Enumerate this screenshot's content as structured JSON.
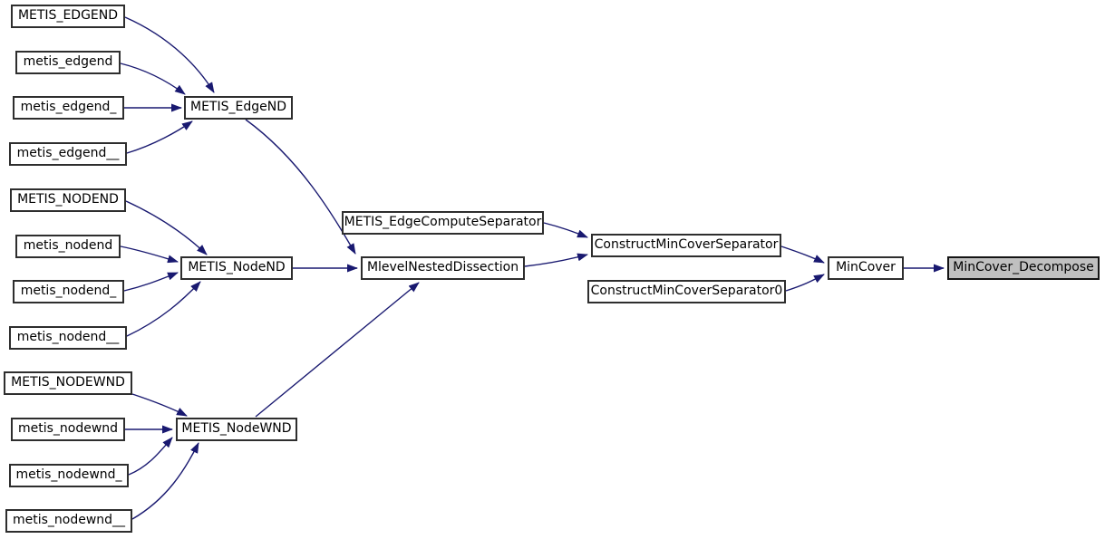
{
  "diagram": {
    "type": "call-graph",
    "colors": {
      "edge": "#191970",
      "node_border": "#2e2e2e",
      "node_fill": "#ffffff",
      "highlight_fill": "#c0c0c0",
      "text": "#000000"
    },
    "nodes": [
      {
        "label": "METIS_EDGEND"
      },
      {
        "label": "metis_edgend"
      },
      {
        "label": "metis_edgend_"
      },
      {
        "label": "metis_edgend__"
      },
      {
        "label": "METIS_EdgeND"
      },
      {
        "label": "METIS_NODEND"
      },
      {
        "label": "metis_nodend"
      },
      {
        "label": "metis_nodend_"
      },
      {
        "label": "metis_nodend__"
      },
      {
        "label": "METIS_NodeND"
      },
      {
        "label": "METIS_NODEWND"
      },
      {
        "label": "metis_nodewnd"
      },
      {
        "label": "metis_nodewnd_"
      },
      {
        "label": "metis_nodewnd__"
      },
      {
        "label": "METIS_NodeWND"
      },
      {
        "label": "METIS_EdgeComputeSeparator"
      },
      {
        "label": "MlevelNestedDissection"
      },
      {
        "label": "ConstructMinCoverSeparator"
      },
      {
        "label": "ConstructMinCoverSeparator0"
      },
      {
        "label": "MinCover"
      },
      {
        "label": "MinCover_Decompose",
        "highlighted": true
      }
    ],
    "edges": [
      {
        "from": "METIS_EDGEND",
        "to": "METIS_EdgeND"
      },
      {
        "from": "metis_edgend",
        "to": "METIS_EdgeND"
      },
      {
        "from": "metis_edgend_",
        "to": "METIS_EdgeND"
      },
      {
        "from": "metis_edgend__",
        "to": "METIS_EdgeND"
      },
      {
        "from": "METIS_NODEND",
        "to": "METIS_NodeND"
      },
      {
        "from": "metis_nodend",
        "to": "METIS_NodeND"
      },
      {
        "from": "metis_nodend_",
        "to": "METIS_NodeND"
      },
      {
        "from": "metis_nodend__",
        "to": "METIS_NodeND"
      },
      {
        "from": "METIS_NODEWND",
        "to": "METIS_NodeWND"
      },
      {
        "from": "metis_nodewnd",
        "to": "METIS_NodeWND"
      },
      {
        "from": "metis_nodewnd_",
        "to": "METIS_NodeWND"
      },
      {
        "from": "metis_nodewnd__",
        "to": "METIS_NodeWND"
      },
      {
        "from": "METIS_EdgeND",
        "to": "MlevelNestedDissection"
      },
      {
        "from": "METIS_NodeND",
        "to": "MlevelNestedDissection"
      },
      {
        "from": "METIS_NodeWND",
        "to": "MlevelNestedDissection"
      },
      {
        "from": "METIS_EdgeComputeSeparator",
        "to": "ConstructMinCoverSeparator"
      },
      {
        "from": "MlevelNestedDissection",
        "to": "ConstructMinCoverSeparator"
      },
      {
        "from": "ConstructMinCoverSeparator",
        "to": "MinCover"
      },
      {
        "from": "ConstructMinCoverSeparator0",
        "to": "MinCover"
      },
      {
        "from": "MinCover",
        "to": "MinCover_Decompose"
      }
    ]
  }
}
